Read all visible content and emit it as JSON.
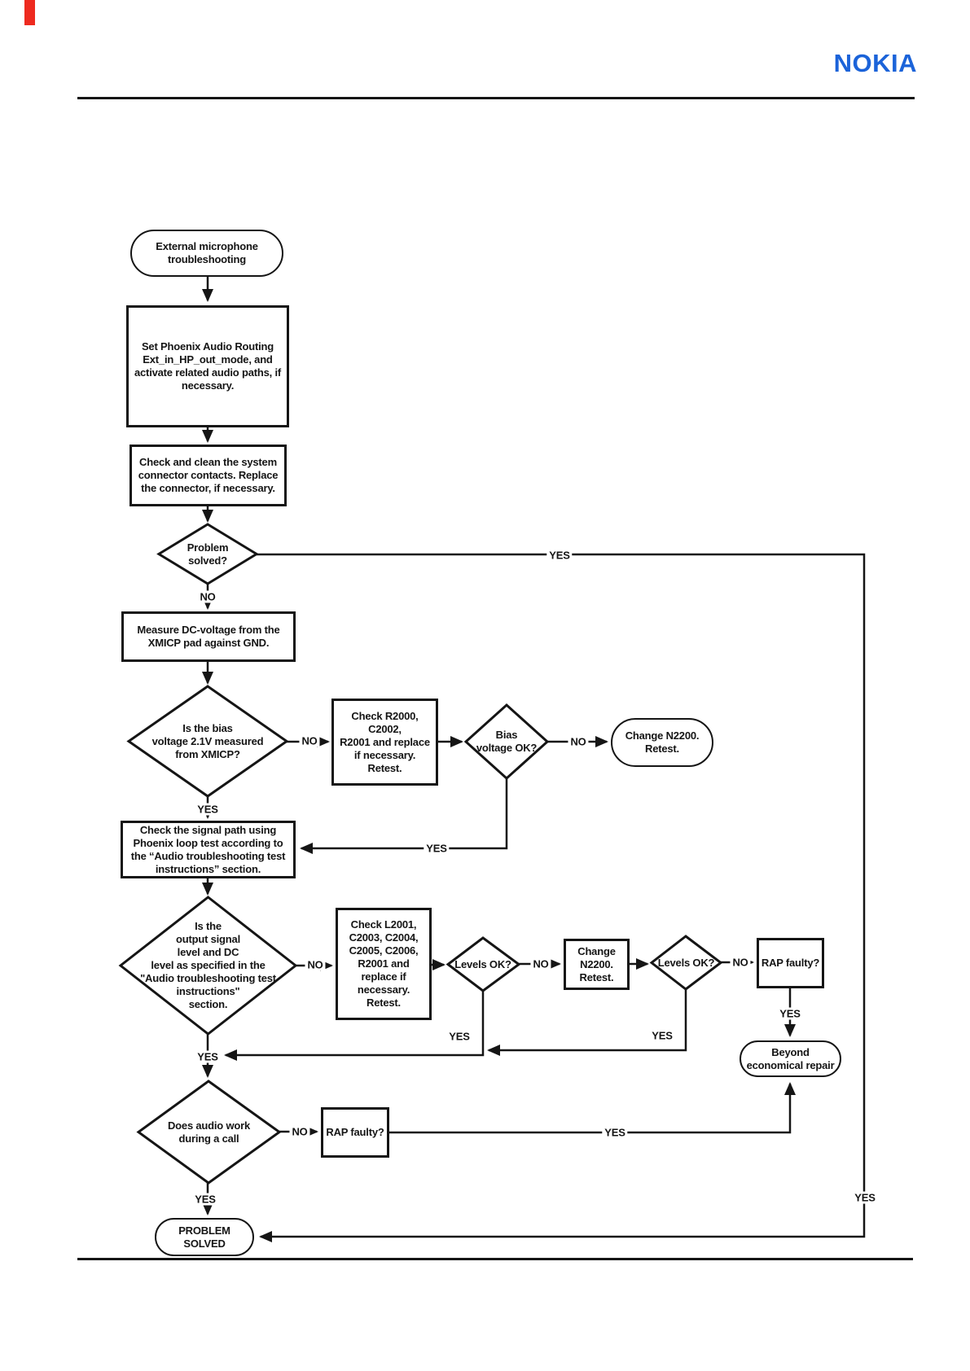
{
  "page": {
    "logo": "NOKIA",
    "logo_color": "#1b63d9",
    "accent_red": "#ee2a1f",
    "line_color": "#151515"
  },
  "flowchart": {
    "nodes": {
      "start": "External microphone\ntroubleshooting",
      "set_phoenix": "Set Phoenix Audio Routing\nExt_in_HP_out_mode, and\nactivate related audio paths, if\nnecessary.",
      "check_clean": "Check and clean the system\nconnector contacts. Replace\nthe connector,  if necessary.",
      "problem_solved": "Problem\nsolved?",
      "measure_dc": "Measure DC-voltage from the\nXMICP pad against GND.",
      "bias_question": "Is the bias\nvoltage 2.1V measured\nfrom XMICP?",
      "check_r2000": "Check R2000, C2002,\nR2001 and replace\nif necessary.\nRetest.",
      "bias_ok": "Bias\nvoltage OK?",
      "change_n2200_a": "Change N2200.\nRetest.",
      "check_signal_path": "Check the signal path using\nPhoenix loop test according to\nthe “Audio troubleshooting test\ninstructions” section.",
      "output_spec": "Is the\noutput signal\nlevel and DC\nlevel as specified in the\n\"Audio troubleshooting test\ninstructions\"\nsection.",
      "check_l2001": "Check L2001,\nC2003, C2004,\nC2005, C2006,\nR2001 and\nreplace if\nnecessary.\nRetest.",
      "levels_ok_1": "Levels OK?",
      "change_n2200_b": "Change\nN2200.\nRetest.",
      "levels_ok_2": "Levels OK?",
      "rap_faulty_1": "RAP faulty?",
      "beyond_repair": "Beyond\neconomical repair",
      "audio_during_call": "Does audio work\nduring a call",
      "rap_faulty_2": "RAP faulty?",
      "problem_solved_end": "PROBLEM SOLVED"
    },
    "labels": {
      "yes": "YES",
      "no": "NO"
    }
  }
}
